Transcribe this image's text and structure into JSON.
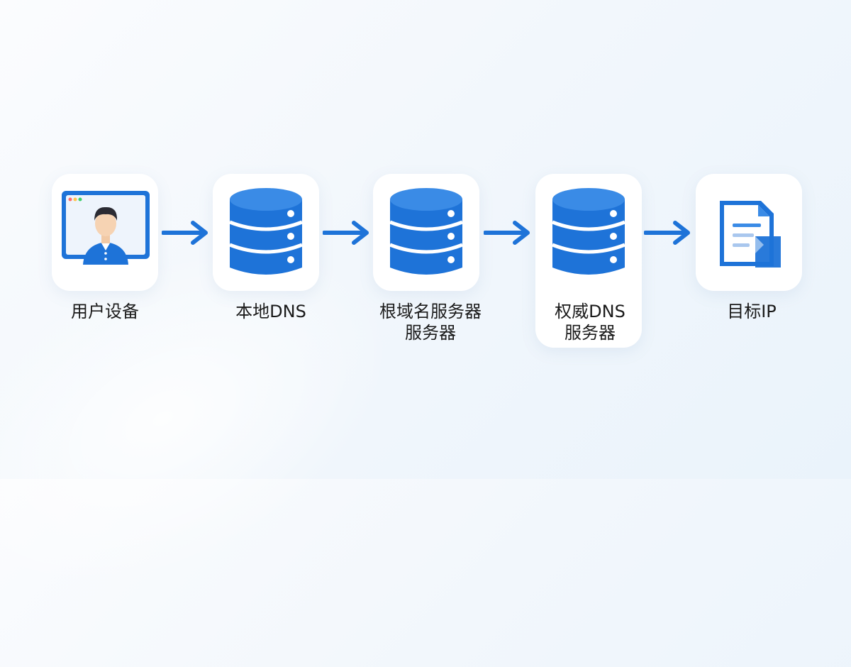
{
  "nodes": [
    {
      "id": "user-device",
      "label": "用户设备",
      "icon": "user-computer-icon"
    },
    {
      "id": "local-dns",
      "label": "本地DNS",
      "icon": "database-server-icon"
    },
    {
      "id": "root-server",
      "label_lines": [
        "根域名服务器",
        "服务器"
      ],
      "icon": "database-server-icon"
    },
    {
      "id": "authoritative-dns",
      "label_lines": [
        "权威DNS",
        "服务器"
      ],
      "icon": "database-server-icon"
    },
    {
      "id": "target-ip",
      "label": "目标IP",
      "icon": "document-icon"
    }
  ],
  "colors": {
    "accent": "#1e73d8",
    "accent_light": "#3a8be6",
    "card": "#ffffff"
  }
}
